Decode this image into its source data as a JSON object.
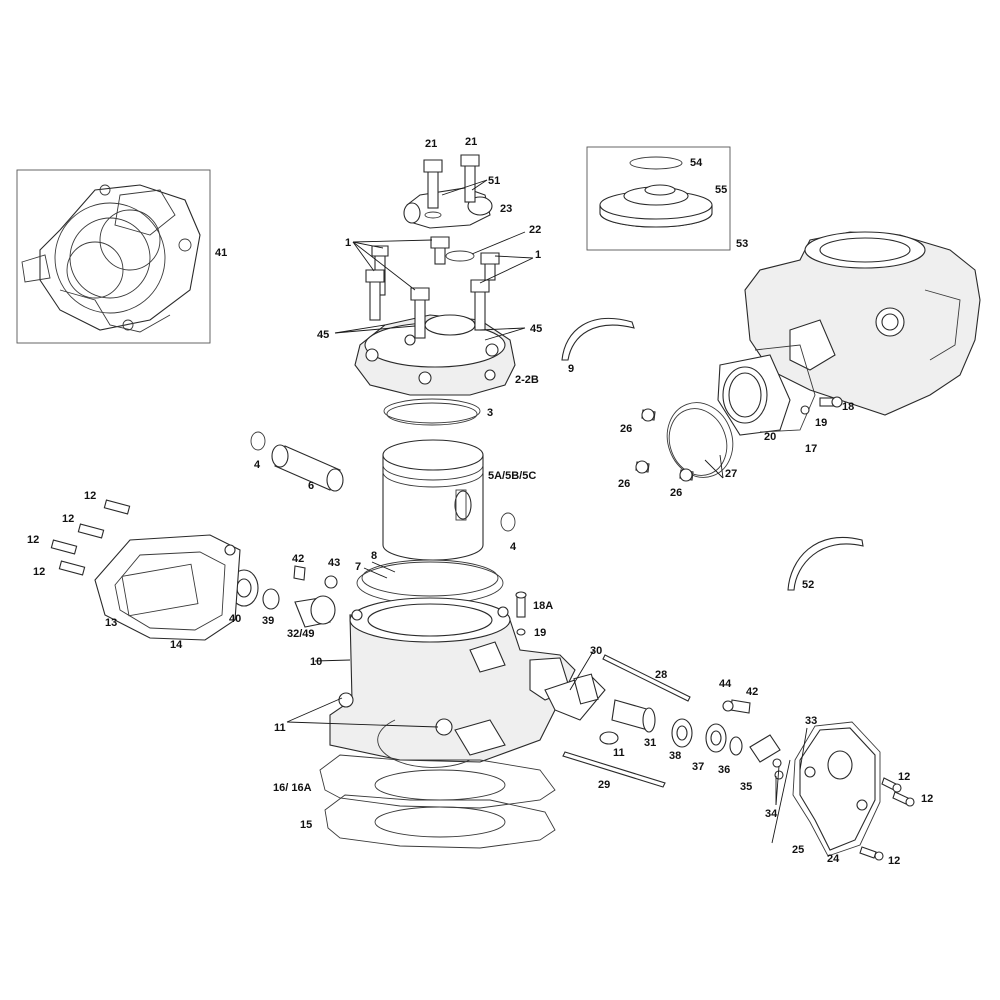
{
  "labels": {
    "l1": "1",
    "l2_2b": "2-2B",
    "l3": "3",
    "l4": "4",
    "l5": "5A/5B/5C",
    "l6": "6",
    "l7": "7",
    "l8": "8",
    "l9": "9",
    "l10": "10",
    "l11": "11",
    "l12": "12",
    "l13": "13",
    "l14": "14",
    "l15": "15",
    "l16": "16/ 16A",
    "l17": "17",
    "l18": "18",
    "l18a": "18A",
    "l19": "19",
    "l20": "20",
    "l21": "21",
    "l22": "22",
    "l23": "23",
    "l24": "24",
    "l25": "25",
    "l26": "26",
    "l27": "27",
    "l28": "28",
    "l29": "29",
    "l30": "30",
    "l31": "31",
    "l32": "32/49",
    "l33": "33",
    "l34": "34",
    "l35": "35",
    "l36": "36",
    "l37": "37",
    "l38": "38",
    "l39": "39",
    "l40": "40",
    "l41": "41",
    "l42": "42",
    "l43": "43",
    "l44": "44",
    "l45": "45",
    "l51": "51",
    "l52": "52",
    "l53": "53",
    "l54": "54",
    "l55": "55"
  },
  "colors": {
    "line": "#2a2a2a",
    "fill": "#ffffff",
    "shade": "#efefef"
  }
}
